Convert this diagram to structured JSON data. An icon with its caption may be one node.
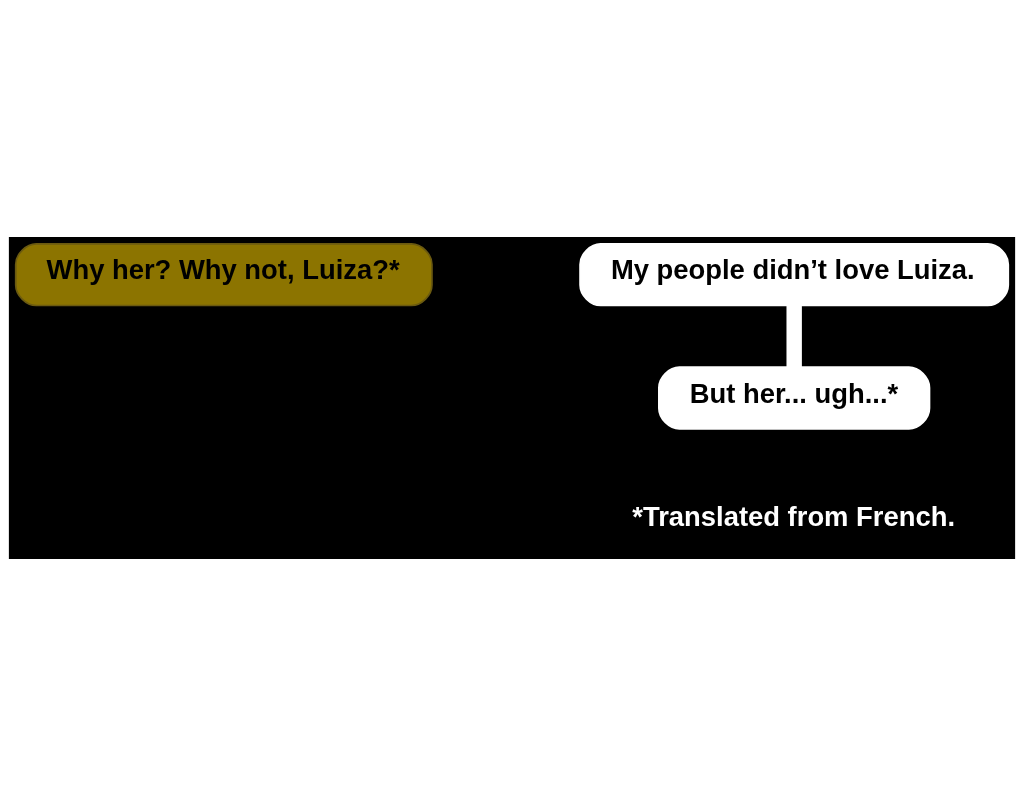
{
  "diagram": {
    "nodes": [
      {
        "text": [
          "Why her? Why not, Luiza?*"
        ]
      },
      {
        "text": [
          "My people didn’t love Luiza."
        ]
      },
      {
        "text": [
          "But her... ugh...*"
        ]
      }
    ],
    "edges": [
      {
        "from": 1,
        "to": 2,
        "arrow": "none"
      }
    ],
    "labels": [
      "*Translated from French."
    ]
  }
}
